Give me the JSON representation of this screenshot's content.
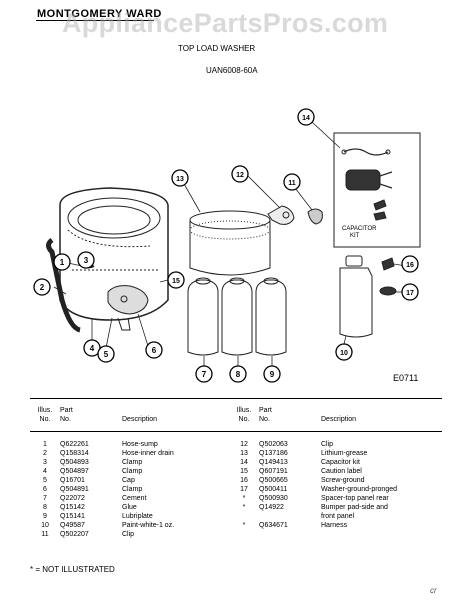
{
  "header": {
    "brand": "MONTGOMERY WARD",
    "watermark": "AppliancePartsPros.com",
    "subtitle": "TOP LOAD WASHER",
    "model": "UAN6008-60A"
  },
  "diagram": {
    "code": "E0711",
    "capacitor_label_line1": "CAPACITOR",
    "capacitor_label_line2": "KIT",
    "callouts": [
      "1",
      "2",
      "3",
      "4",
      "5",
      "6",
      "7",
      "8",
      "9",
      "10",
      "11",
      "12",
      "13",
      "14",
      "15",
      "16",
      "17"
    ]
  },
  "parts_table": {
    "headers": {
      "illus": "Illus.",
      "no": "No.",
      "part": "Part",
      "part_no": "No.",
      "description": "Description"
    },
    "left": [
      {
        "illus": "1",
        "part": "Q622261",
        "description": "Hose-sump"
      },
      {
        "illus": "2",
        "part": "Q158314",
        "description": "Hose-inner drain"
      },
      {
        "illus": "3",
        "part": "Q504893",
        "description": "Clamp"
      },
      {
        "illus": "4",
        "part": "Q504897",
        "description": "Clamp"
      },
      {
        "illus": "5",
        "part": "Q16701",
        "description": "Cap"
      },
      {
        "illus": "6",
        "part": "Q504891",
        "description": "Clamp"
      },
      {
        "illus": "7",
        "part": "Q22072",
        "description": "Cement"
      },
      {
        "illus": "8",
        "part": "Q15142",
        "description": "Glue"
      },
      {
        "illus": "9",
        "part": "Q15141",
        "description": "Lubriplate"
      },
      {
        "illus": "10",
        "part": "Q49587",
        "description": "Paint-white-1 oz."
      },
      {
        "illus": "11",
        "part": "Q502207",
        "description": "Clip"
      }
    ],
    "right": [
      {
        "illus": "12",
        "part": "Q502063",
        "description": "Clip",
        "description2": ""
      },
      {
        "illus": "13",
        "part": "Q137186",
        "description": "Lithium-grease",
        "description2": ""
      },
      {
        "illus": "14",
        "part": "Q149413",
        "description": "Capacitor kit",
        "description2": ""
      },
      {
        "illus": "15",
        "part": "Q607191",
        "description": "Caution label",
        "description2": ""
      },
      {
        "illus": "16",
        "part": "Q500665",
        "description": "Screw-ground",
        "description2": ""
      },
      {
        "illus": "17",
        "part": "Q500411",
        "description": "Washer-ground-pronged",
        "description2": ""
      },
      {
        "illus": "",
        "part": "",
        "description": "",
        "description2": ""
      },
      {
        "illus": "*",
        "part": "Q500930",
        "description": "Spacer-top panel rear",
        "description2": ""
      },
      {
        "illus": "*",
        "part": "Q14922",
        "description": "Bumper pad-side and",
        "description2": "front panel"
      },
      {
        "illus": "*",
        "part": "Q634671",
        "description": "Harness",
        "description2": ""
      }
    ]
  },
  "footnote": "* = NOT ILLUSTRATED",
  "corner_mark": "cr"
}
